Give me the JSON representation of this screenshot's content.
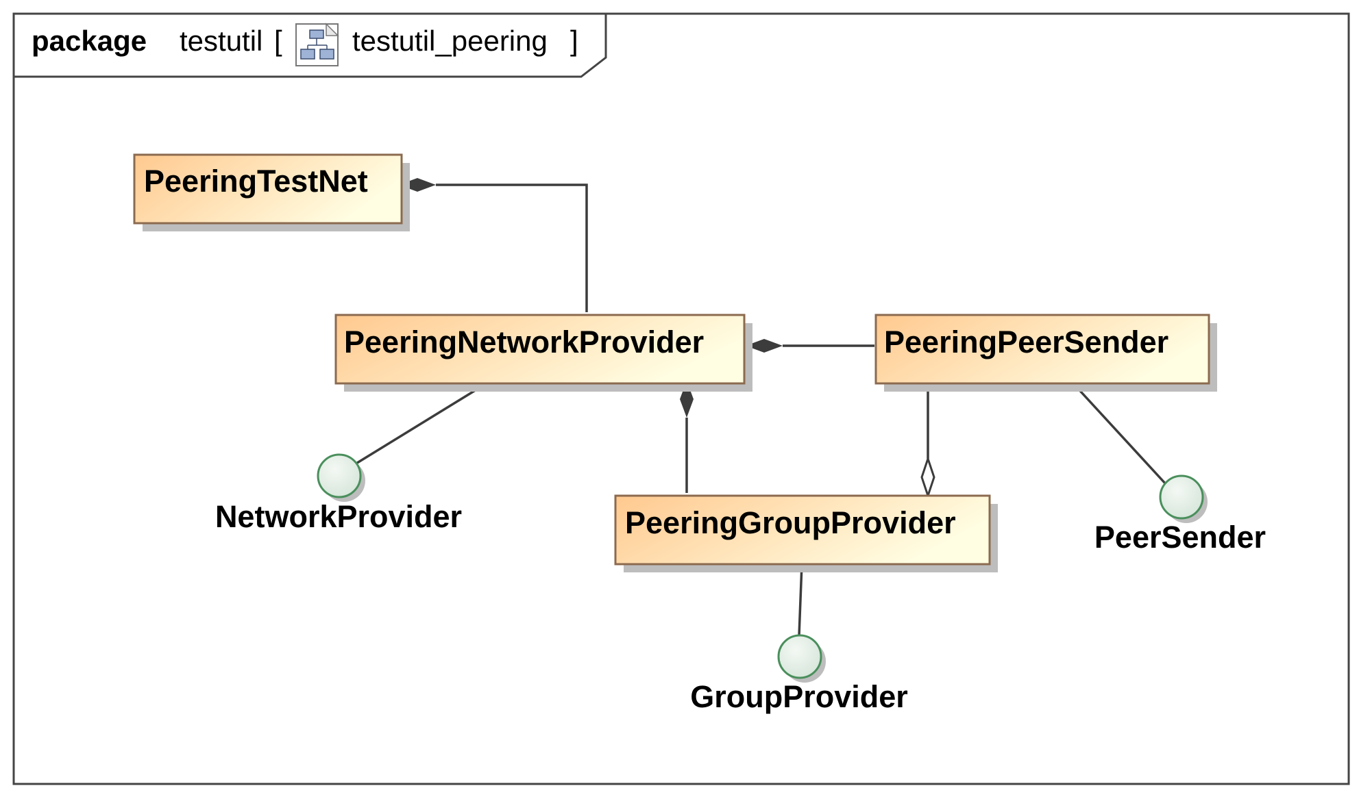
{
  "frame": {
    "keyword": "package",
    "package_name": "testutil",
    "bracket_open": "[",
    "diagram_name": "testutil_peering",
    "bracket_close": "]",
    "diagram_icon": "class-diagram-icon"
  },
  "classes": [
    {
      "id": "peering-test-net",
      "name": "PeeringTestNet"
    },
    {
      "id": "peering-network-provider",
      "name": "PeeringNetworkProvider"
    },
    {
      "id": "peering-peer-sender",
      "name": "PeeringPeerSender"
    },
    {
      "id": "peering-group-provider",
      "name": "PeeringGroupProvider"
    }
  ],
  "interfaces": [
    {
      "id": "network-provider",
      "name": "NetworkProvider"
    },
    {
      "id": "peer-sender",
      "name": "PeerSender"
    },
    {
      "id": "group-provider",
      "name": "GroupProvider"
    }
  ],
  "relationships": [
    {
      "from": "PeeringNetworkProvider",
      "to": "PeeringTestNet",
      "kind": "composition"
    },
    {
      "from": "PeeringPeerSender",
      "to": "PeeringNetworkProvider",
      "kind": "composition"
    },
    {
      "from": "PeeringGroupProvider",
      "to": "PeeringNetworkProvider",
      "kind": "composition"
    },
    {
      "from": "PeeringPeerSender",
      "to": "PeeringGroupProvider",
      "kind": "aggregation"
    },
    {
      "from": "PeeringNetworkProvider",
      "to": "NetworkProvider",
      "kind": "realization"
    },
    {
      "from": "PeeringPeerSender",
      "to": "PeerSender",
      "kind": "realization"
    },
    {
      "from": "PeeringGroupProvider",
      "to": "GroupProvider",
      "kind": "realization"
    }
  ],
  "colors": {
    "class_fill_start": "#ffc98f",
    "class_fill_end": "#fffde2",
    "class_border": "#8b6a4f",
    "shadow": "#bdbdbd",
    "interface_fill": "#e4efe6",
    "interface_border": "#4a8f5c",
    "frame_border": "#444444",
    "edge": "#3c3c3c"
  }
}
